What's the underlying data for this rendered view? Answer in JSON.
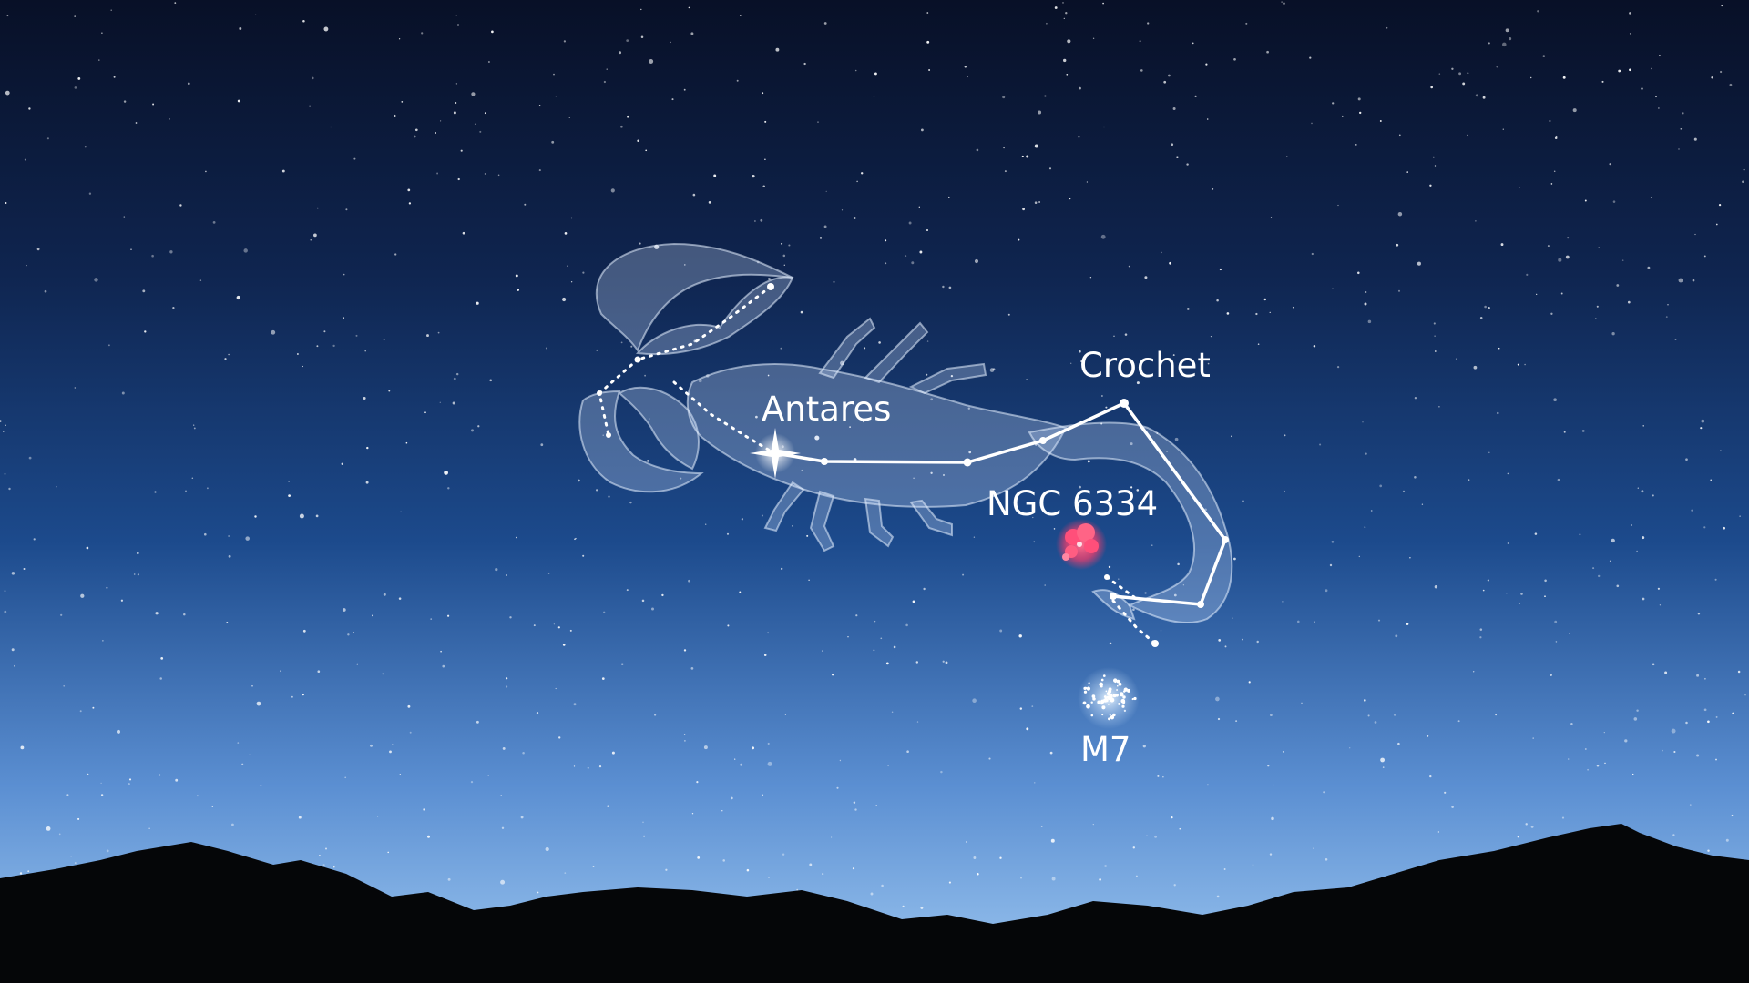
{
  "labels": {
    "antares": "Antares",
    "crochet": "Crochet",
    "ngc6334": "NGC 6334",
    "m7": "M7"
  },
  "colors": {
    "sky_top": "#0a1430",
    "sky_mid": "#163a78",
    "sky_horizon": "#7fb0e6",
    "mountains": "#050608",
    "lines": "#ffffff",
    "nebula": "#ff4f7a"
  }
}
